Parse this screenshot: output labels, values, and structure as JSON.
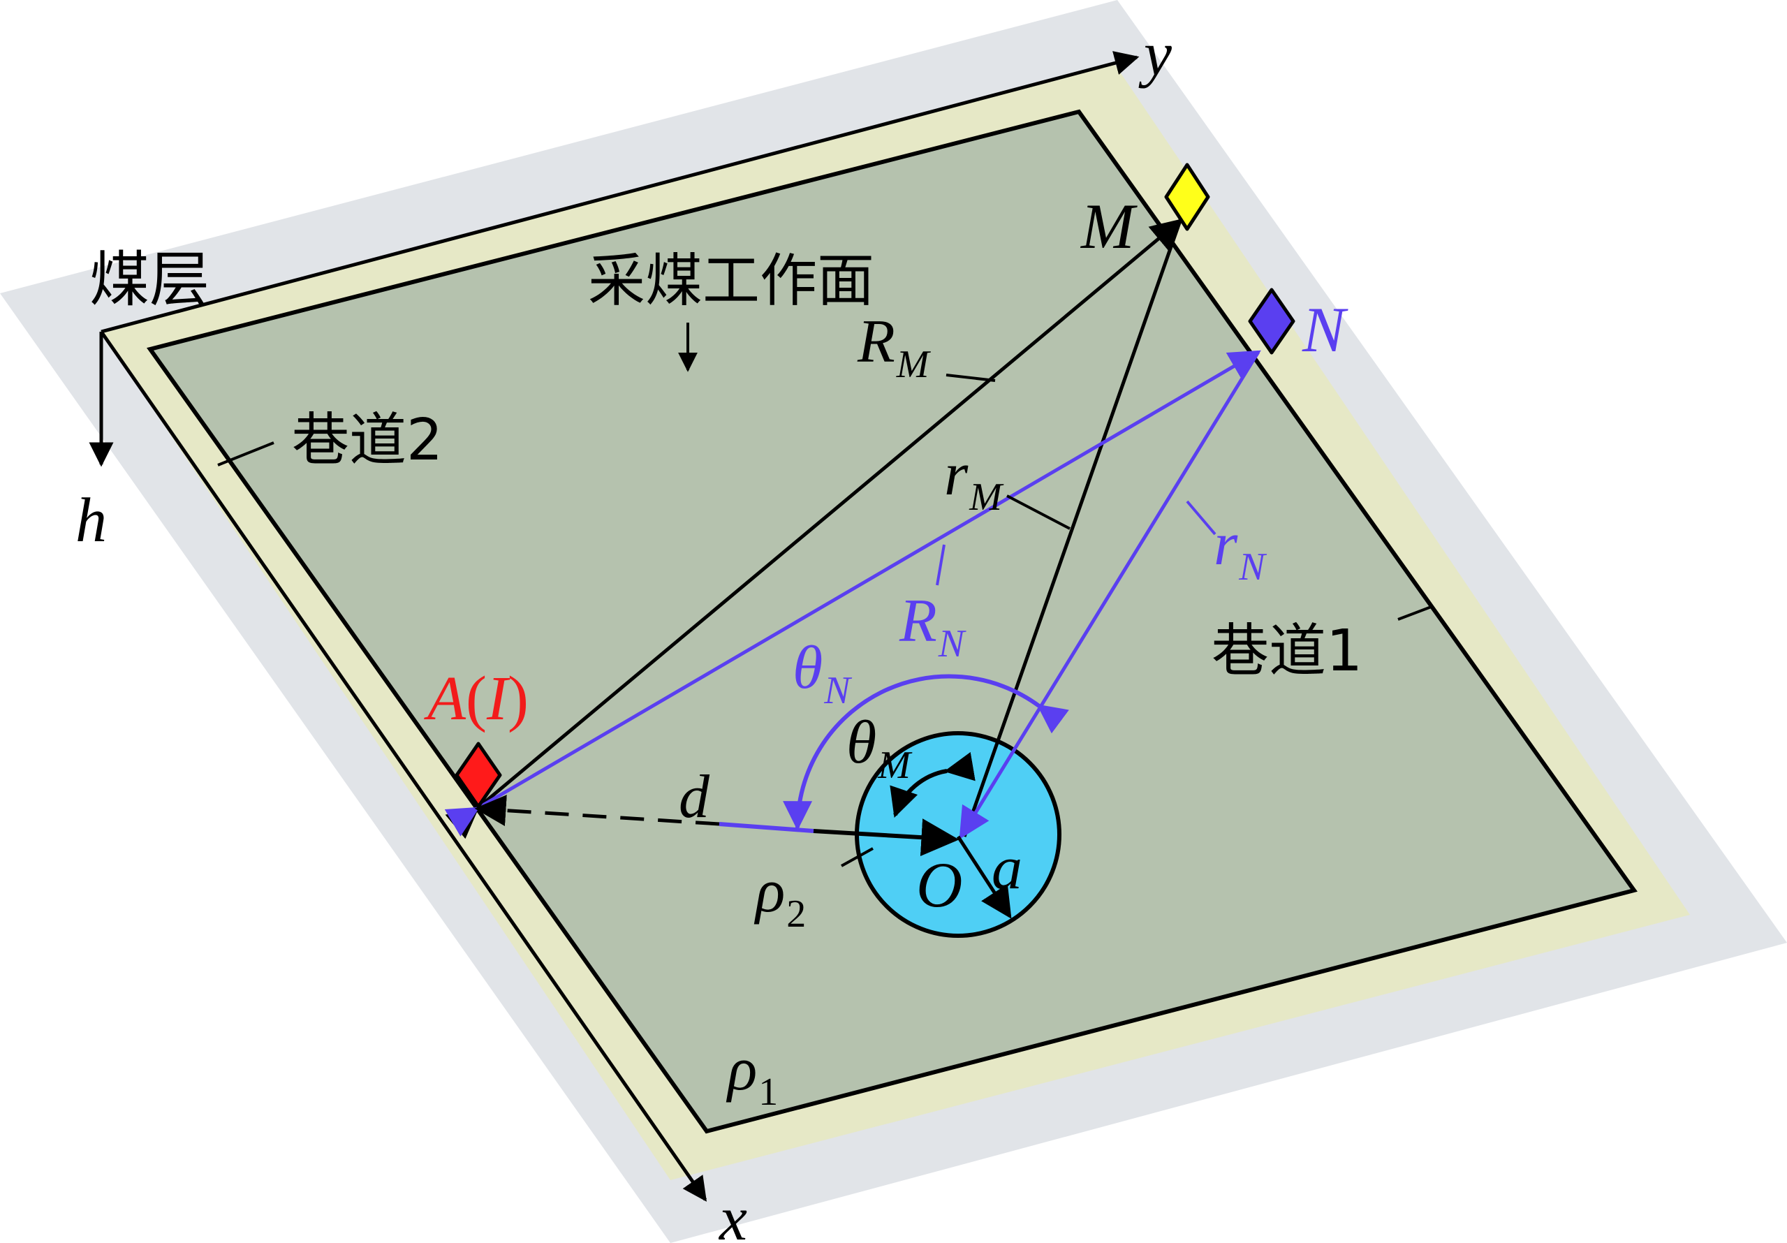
{
  "colors": {
    "background": "#ffffff",
    "outer_plane": "#e1e4e8",
    "coal_seam": "#e6e8c6",
    "working_face": "#b5c2ae",
    "anomaly": "#4fcff5",
    "black": "#000000",
    "blue": "#5a3ff0",
    "red": "#f21b1b",
    "marker_M": "#ffff1a",
    "marker_N": "#5a3ff0",
    "marker_A": "#ff1a1a"
  },
  "labels": {
    "axis_y": "y",
    "axis_x": "x",
    "axis_h": "h",
    "coal_seam": "煤层",
    "working_face": "采煤工作面",
    "roadway2": "巷道2",
    "roadway1": "巷道1",
    "point_M": "M",
    "point_N": "N",
    "R": "R",
    "r": "r",
    "sub_M": "M",
    "sub_N": "N",
    "theta": "θ",
    "point_A": "A",
    "paren_open": "(",
    "current_I": "I",
    "paren_close": ")",
    "distance_d": "d",
    "origin_O": "O",
    "radius_a": "a",
    "rho": "ρ",
    "sub_1": "1",
    "sub_2": "2"
  }
}
